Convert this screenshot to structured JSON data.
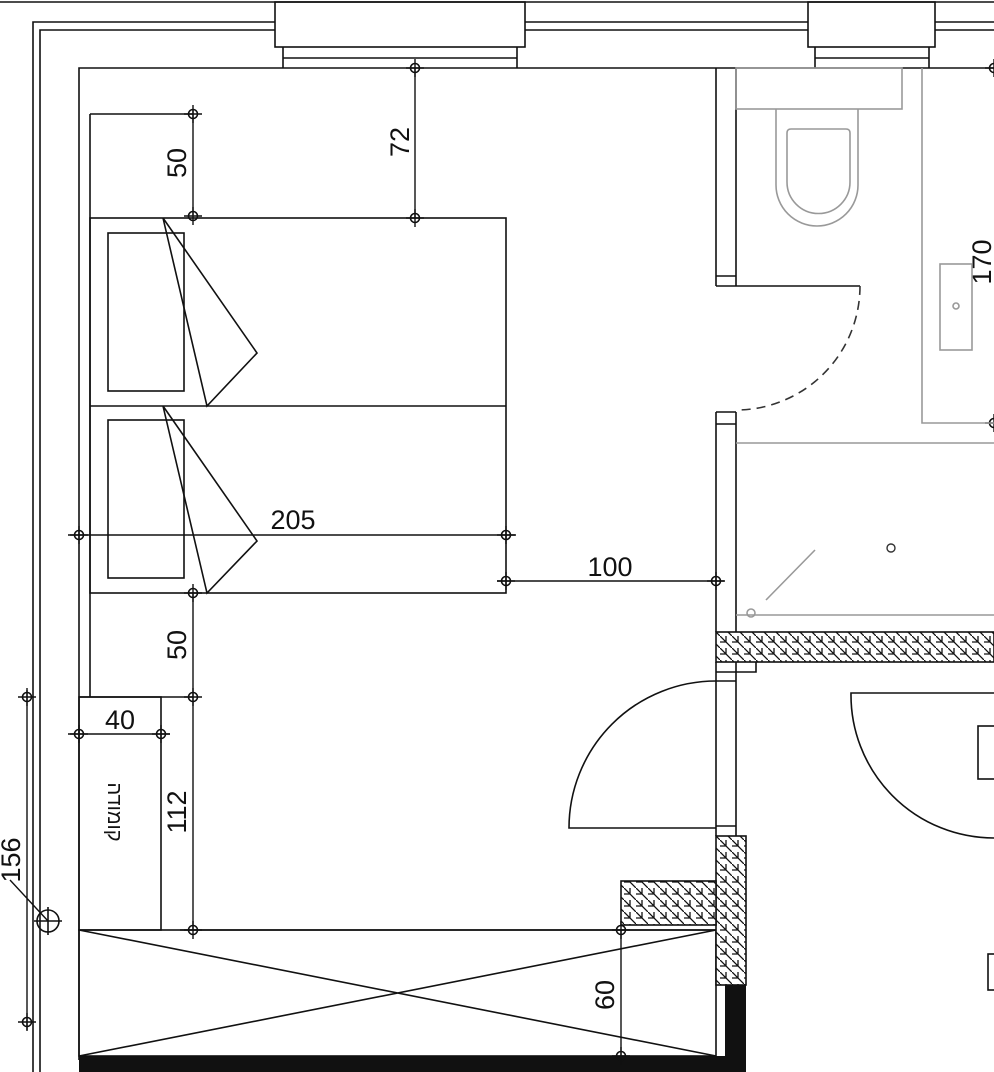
{
  "plan": {
    "dimensions": {
      "headboard_gap": "50",
      "top_clearance": "72",
      "bed_length": "205",
      "side_clearance": "100",
      "bed_to_dresser": "50",
      "dresser_depth": "40",
      "dresser_length": "112",
      "wardrobe_depth": "60",
      "left_dimension": "156",
      "bath_dimension": "170"
    },
    "labels": {
      "dresser": "קומודה"
    }
  }
}
